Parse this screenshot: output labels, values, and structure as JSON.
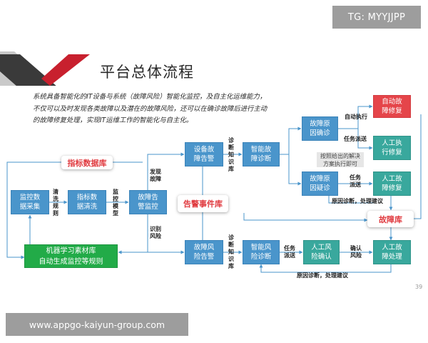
{
  "badge": "TG: MYYJJPP",
  "title": "平台总体流程",
  "intro": [
    "系统具备智能化的IT设备与系统（故障风险）智能化监控，及自主化运维能力，",
    "不仅可以及时发现各类故障以及潜在的故障风险，还可以在确诊故障后进行主动",
    "的故障修复处理，实现IT运维工作的智能化与自主化。"
  ],
  "nodes": {
    "collect": "监控数\n据采集",
    "clean": "指标数\n据清洗",
    "monitor": "故障告\n警监控",
    "device_alarm": "设备故\n障告警",
    "risk_alarm": "故障风\n险告警",
    "smart_fault": "智能故\n障诊断",
    "smart_risk": "智能风\n险诊断",
    "confirm": "故障原\n因确诊",
    "suspect": "故障原\n因疑诊",
    "auto_fix": "自动故\n障修复",
    "manual_fix": "人工执\n行修复",
    "manual_repair": "人工故\n障修复",
    "manual_risk_confirm": "人工风\n险确认",
    "manual_handle": "人工故\n障处理",
    "ml": "机器学习素材库\n自动生成监控等规则"
  },
  "stores": {
    "metrics": "指标数据库",
    "alarm_events": "告警事件库",
    "fault_lib": "故障库"
  },
  "note": "按照给出的解决\n方案执行即可",
  "labels": {
    "clean_rule": "清\n洗\n规\n则",
    "monitor_model": "监\n控\n模\n型",
    "find_fault": "发现\n故障",
    "find_risk": "识别\n风险",
    "kb_top": "诊\n断\n知\n识\n库",
    "kb_bottom": "诊\n断\n知\n识\n库",
    "auto_exec": "自动执行",
    "dispatch_top": "任务派送",
    "dispatch_mid": "任务\n派送",
    "dispatch_bottom": "任务\n派送",
    "confirm_risk": "确认\n风险",
    "cause_mid": "原因诊断，处理建议",
    "cause_bottom": "原因诊断，处理建议"
  },
  "page_number": "39",
  "footer": "www.appgo-kaiyun-group.com",
  "colors": {
    "blue": "#4a95cb",
    "teal": "#39a89d",
    "red": "#e5454a",
    "green": "#22ab48",
    "store_text": "#e03a3f"
  }
}
